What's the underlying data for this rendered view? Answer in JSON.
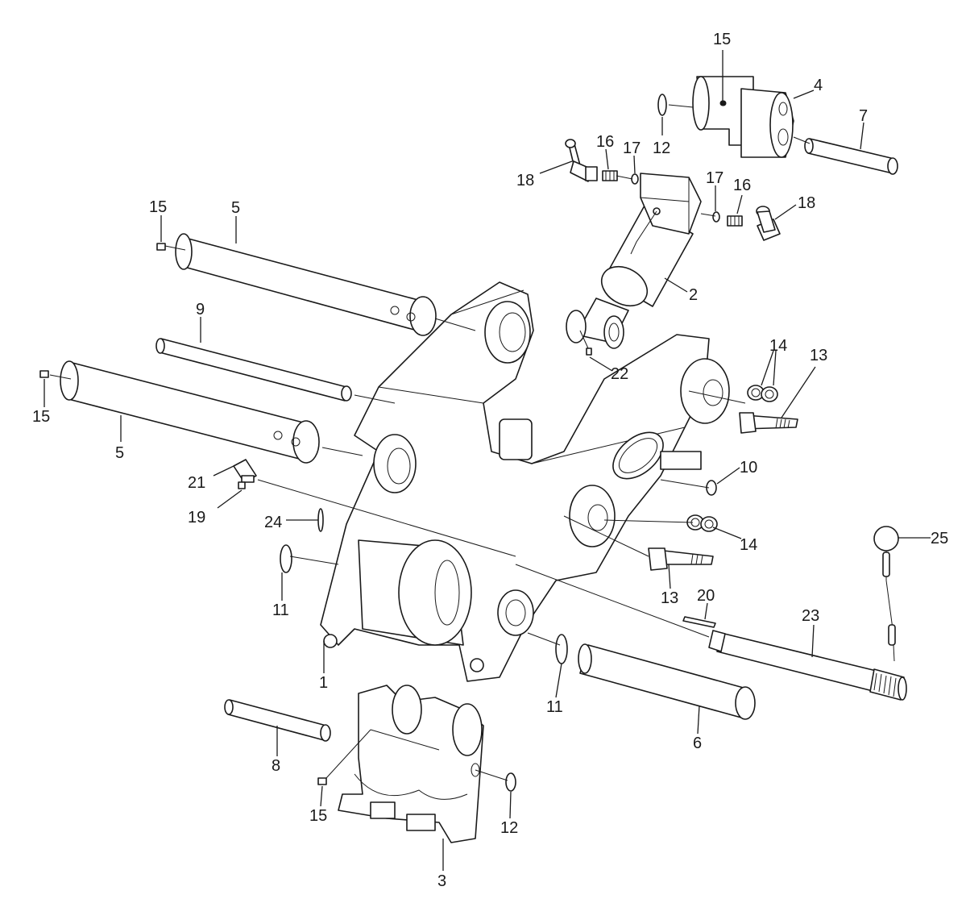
{
  "diagram": {
    "callouts": [
      {
        "id": "c1",
        "label": "1"
      },
      {
        "id": "c2",
        "label": "2"
      },
      {
        "id": "c3",
        "label": "3"
      },
      {
        "id": "c4",
        "label": "4"
      },
      {
        "id": "c5a",
        "label": "5"
      },
      {
        "id": "c5b",
        "label": "5"
      },
      {
        "id": "c6",
        "label": "6"
      },
      {
        "id": "c7",
        "label": "7"
      },
      {
        "id": "c8",
        "label": "8"
      },
      {
        "id": "c9",
        "label": "9"
      },
      {
        "id": "c10",
        "label": "10"
      },
      {
        "id": "c11a",
        "label": "11"
      },
      {
        "id": "c11b",
        "label": "11"
      },
      {
        "id": "c12a",
        "label": "12"
      },
      {
        "id": "c12b",
        "label": "12"
      },
      {
        "id": "c13a",
        "label": "13"
      },
      {
        "id": "c13b",
        "label": "13"
      },
      {
        "id": "c14a",
        "label": "14"
      },
      {
        "id": "c14b",
        "label": "14"
      },
      {
        "id": "c15a",
        "label": "15"
      },
      {
        "id": "c15b",
        "label": "15"
      },
      {
        "id": "c15c",
        "label": "15"
      },
      {
        "id": "c15d",
        "label": "15"
      },
      {
        "id": "c16a",
        "label": "16"
      },
      {
        "id": "c16b",
        "label": "16"
      },
      {
        "id": "c17a",
        "label": "17"
      },
      {
        "id": "c17b",
        "label": "17"
      },
      {
        "id": "c18a",
        "label": "18"
      },
      {
        "id": "c18b",
        "label": "18"
      },
      {
        "id": "c19",
        "label": "19"
      },
      {
        "id": "c20",
        "label": "20"
      },
      {
        "id": "c21",
        "label": "21"
      },
      {
        "id": "c22",
        "label": "22"
      },
      {
        "id": "c23",
        "label": "23"
      },
      {
        "id": "c24",
        "label": "24"
      },
      {
        "id": "c25",
        "label": "25"
      }
    ]
  }
}
